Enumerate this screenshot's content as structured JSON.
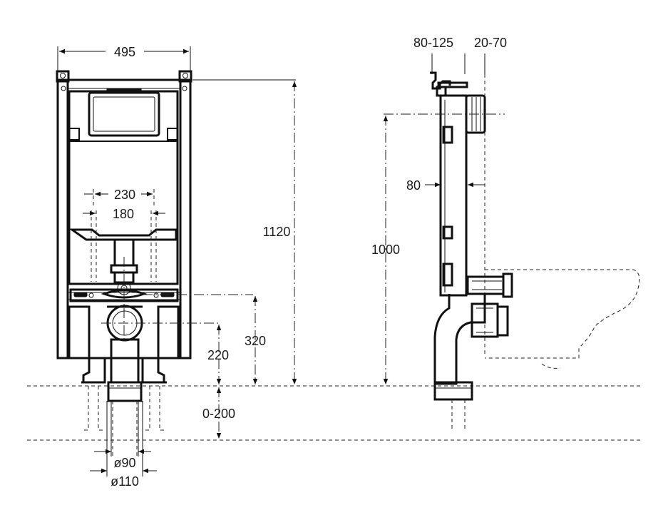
{
  "front_view": {
    "width_label": "495",
    "height_label": "1120",
    "outer_spacing_label": "230",
    "inner_spacing_label": "180",
    "inlet_height_label": "320",
    "outlet_height_label": "220",
    "adjust_range_label": "0-200",
    "pipe_inner_dia_label": "ø90",
    "pipe_outer_dia_label": "ø110"
  },
  "side_view": {
    "depth_range_label": "80-125",
    "wall_range_label": "20-70",
    "frame_depth_label": "80",
    "fixing_height_label": "1000"
  },
  "colors": {
    "line": "#111111",
    "background": "#ffffff"
  }
}
